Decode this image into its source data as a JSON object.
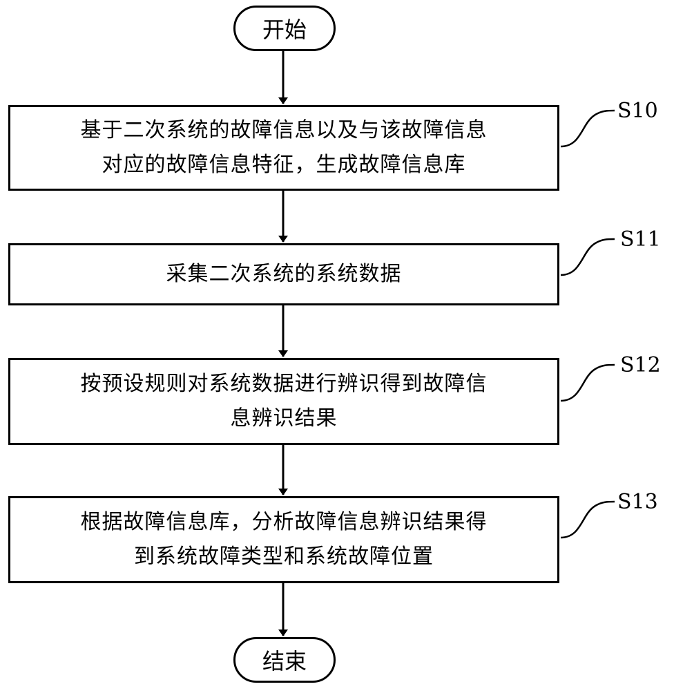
{
  "start_label": "开始",
  "end_label": "结束",
  "steps": [
    {
      "id": "S10",
      "lines": [
        "基于二次系统的故障信息以及与该故障信息",
        "对应的故障信息特征，生成故障信息库"
      ]
    },
    {
      "id": "S11",
      "lines": [
        "采集二次系统的系统数据"
      ]
    },
    {
      "id": "S12",
      "lines": [
        "按预设规则对系统数据进行辨识得到故障信",
        "息辨识结果"
      ]
    },
    {
      "id": "S13",
      "lines": [
        "根据故障信息库，分析故障信息辨识结果得",
        "到系统故障类型和系统故障位置"
      ]
    }
  ]
}
